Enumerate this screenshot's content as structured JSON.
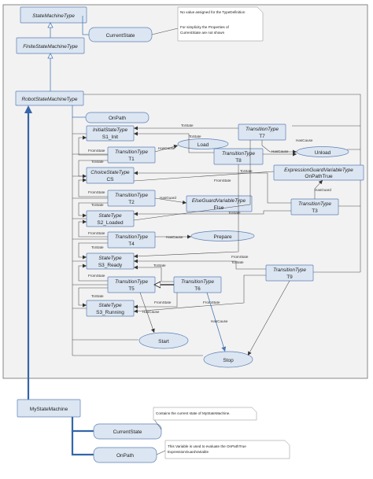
{
  "classes": {
    "state_machine_type": "StateMachineType",
    "finite_state_machine_type": "FiniteStateMachineType",
    "robot_state_machine_type": "RobotStateMachineType",
    "my_state_machine": "MyStateMachine"
  },
  "variables": {
    "current_state_top": "CurrentState",
    "on_path_top": "OnPath",
    "current_state_bottom": "CurrentState",
    "on_path_bottom": "OnPath"
  },
  "states": {
    "s1": {
      "type": "InitialStateType",
      "name": "S1_Init"
    },
    "cs": {
      "type": "ChoiceStateType",
      "name": "CS"
    },
    "s2": {
      "type": "StateType",
      "name": "S2_Loaded"
    },
    "s3": {
      "type": "StateType",
      "name": "S3_Ready"
    },
    "s3r": {
      "type": "StateType",
      "name": "S3_Running"
    }
  },
  "transitions": {
    "t1": {
      "type": "TransitionType",
      "name": "T1"
    },
    "t2": {
      "type": "TransitionType",
      "name": "T2"
    },
    "t3": {
      "type": "TransitionType",
      "name": "T3"
    },
    "t4": {
      "type": "TransitionType",
      "name": "T4"
    },
    "t5": {
      "type": "TransitionType",
      "name": "T5"
    },
    "t6": {
      "type": "TransitionType",
      "name": "T6"
    },
    "t7": {
      "type": "TransitionType",
      "name": "T7"
    },
    "t8": {
      "type": "TransitionType",
      "name": "T8"
    },
    "t9": {
      "type": "TransitionType",
      "name": "T9"
    }
  },
  "guards": {
    "on_path_true": {
      "type": "ExpressionGuardVariableType",
      "name": "OnPathTrue"
    },
    "else": {
      "type": "ElseGuardVariableType",
      "name": "Else"
    }
  },
  "events": {
    "load": "Load",
    "unload": "Unload",
    "prepare": "Prepare",
    "start": "Start",
    "stop": "Stop"
  },
  "reference_labels": {
    "to_state": "ToState",
    "from_state": "FromState",
    "has_cause": "HasCause",
    "has_guard": "HasGuard"
  },
  "notes": {
    "type_definition": [
      "No value assigned for the TypeDefinition",
      "",
      "For simplicity the Properties of",
      "CurrentState are not shown"
    ],
    "current_state": [
      "Contains the current state of MyStateMachine."
    ],
    "on_path": [
      "This Variable is used to evaluate the OnPathTrue",
      "ExpressionGuardVariable"
    ]
  }
}
